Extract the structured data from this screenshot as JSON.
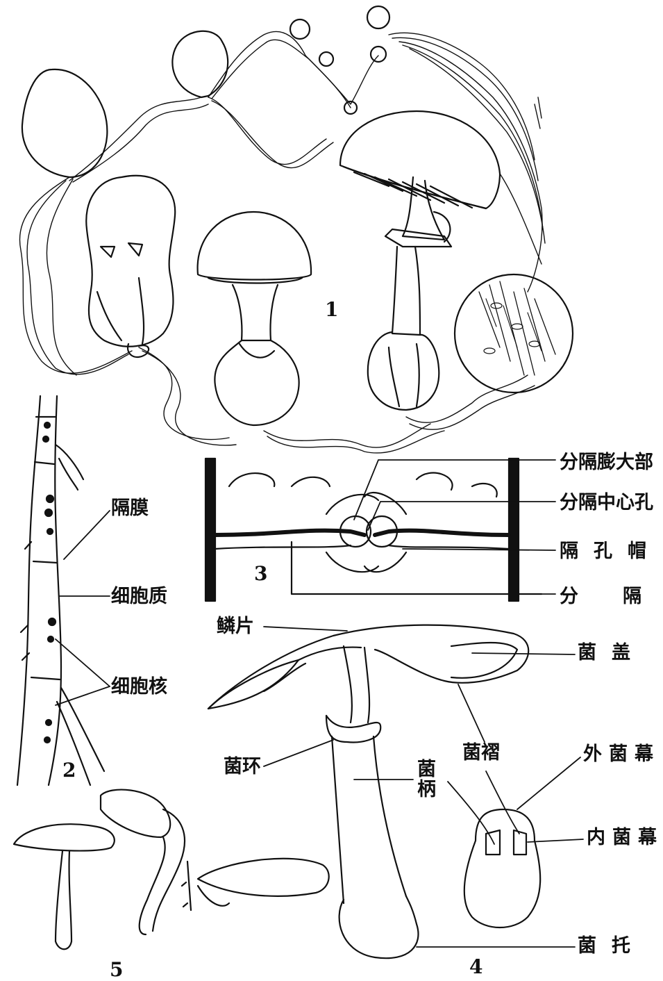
{
  "figures": {
    "fig1": {
      "number": "1"
    },
    "fig2": {
      "number": "2",
      "labels": {
        "septum": "隔膜",
        "cytoplasm": "细胞质",
        "nucleus": "细胞核"
      }
    },
    "fig3": {
      "number": "3",
      "labels": {
        "septal_swelling": "分隔膨大部",
        "septal_pore": "分隔中心孔",
        "pore_cap": "隔孔帽",
        "septum": "分隔"
      }
    },
    "fig4": {
      "number": "4",
      "labels": {
        "scales": "鳞片",
        "cap": "菌盖",
        "gills": "菌褶",
        "ring": "菌环",
        "stipe": "菌柄",
        "universal_veil": "外菌幕",
        "partial_veil": "内菌幕",
        "volva": "菌托"
      }
    },
    "fig5": {
      "number": "5"
    }
  }
}
